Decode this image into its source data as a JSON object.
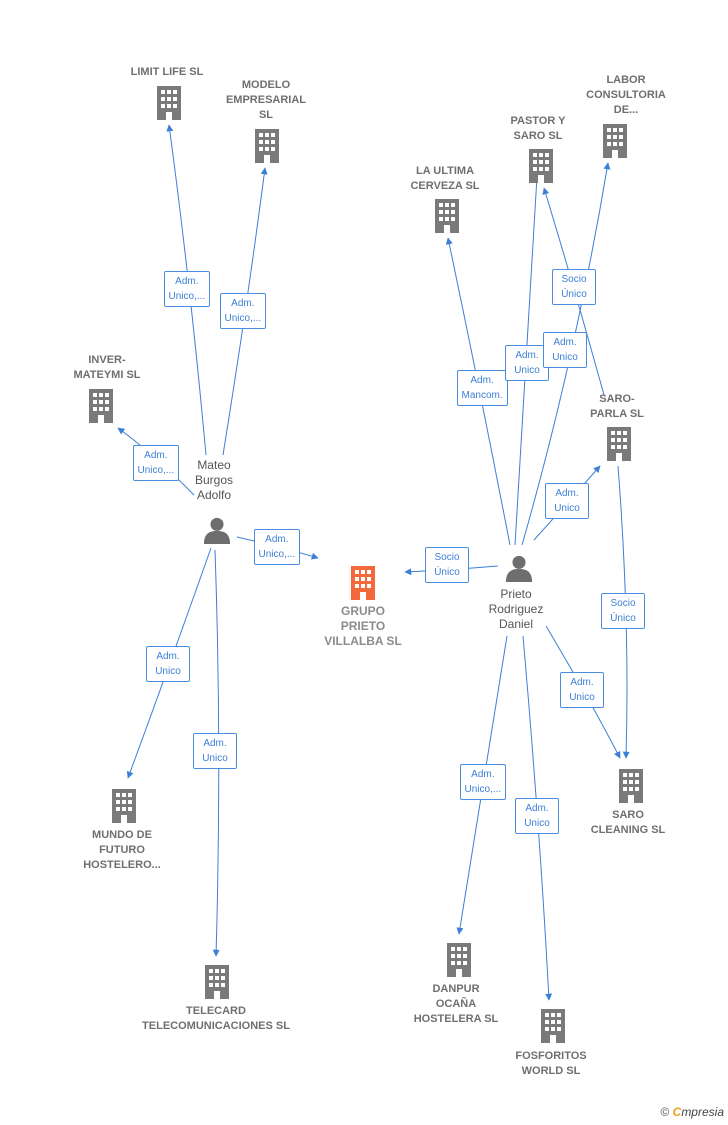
{
  "colors": {
    "company": "#7a7a7a",
    "main": "#f26a3c",
    "person": "#6e6e6e",
    "link": "#3d7fd6"
  },
  "main": {
    "label": "GRUPO\nPRIETO\nVILLALBA  SL"
  },
  "persons": [
    {
      "id": "mateo",
      "label": "Mateo\nBurgos\nAdolfo"
    },
    {
      "id": "prieto",
      "label": "Prieto\nRodriguez\nDaniel"
    }
  ],
  "companies": [
    {
      "id": "limit",
      "label": "LIMIT LIFE SL"
    },
    {
      "id": "modelo",
      "label": "MODELO\nEMPRESARIAL\nSL"
    },
    {
      "id": "inver",
      "label": "INVER-\nMATEYMI  SL"
    },
    {
      "id": "mundo",
      "label": "MUNDO DE\nFUTURO\nHOSTELERO..."
    },
    {
      "id": "telecard",
      "label": "TELECARD\nTELECOMUNICACIONES SL"
    },
    {
      "id": "ultima",
      "label": "LA ULTIMA\nCERVEZA  SL"
    },
    {
      "id": "pastor",
      "label": "PASTOR Y\nSARO  SL"
    },
    {
      "id": "labor",
      "label": "LABOR\nCONSULTORIA\nDE..."
    },
    {
      "id": "saroparla",
      "label": "SARO-\nPARLA SL"
    },
    {
      "id": "sarocleaning",
      "label": "SARO\nCLEANING  SL"
    },
    {
      "id": "danpur",
      "label": "DANPUR\nOCAÑA\nHOSTELERA SL"
    },
    {
      "id": "fosforitos",
      "label": "FOSFORITOS\nWORLD  SL"
    }
  ],
  "relations": [
    {
      "id": "r-mateo-limit",
      "label": "Adm.\nUnico,..."
    },
    {
      "id": "r-mateo-modelo",
      "label": "Adm.\nUnico,..."
    },
    {
      "id": "r-mateo-inver",
      "label": "Adm.\nUnico,..."
    },
    {
      "id": "r-mateo-main",
      "label": "Adm.\nUnico,..."
    },
    {
      "id": "r-mateo-mundo",
      "label": "Adm.\nUnico"
    },
    {
      "id": "r-mateo-telecard",
      "label": "Adm.\nUnico"
    },
    {
      "id": "r-prieto-ultima",
      "label": "Adm.\nMancom."
    },
    {
      "id": "r-prieto-pastor",
      "label": "Adm.\nUnico"
    },
    {
      "id": "r-prieto-labor",
      "label": "Adm.\nUnico"
    },
    {
      "id": "r-pastor-labor",
      "label": "Socio\nÚnico"
    },
    {
      "id": "r-prieto-saroparla",
      "label": "Adm.\nUnico"
    },
    {
      "id": "r-prieto-main",
      "label": "Socio\nÚnico"
    },
    {
      "id": "r-saroparla-sarocleaning",
      "label": "Socio\nÚnico"
    },
    {
      "id": "r-prieto-sarocleaning",
      "label": "Adm.\nUnico"
    },
    {
      "id": "r-prieto-danpur",
      "label": "Adm.\nUnico,..."
    },
    {
      "id": "r-prieto-fosforitos",
      "label": "Adm.\nUnico"
    }
  ],
  "brand": {
    "copyright": "©",
    "name_first": "C",
    "name_rest": "mpresia"
  }
}
